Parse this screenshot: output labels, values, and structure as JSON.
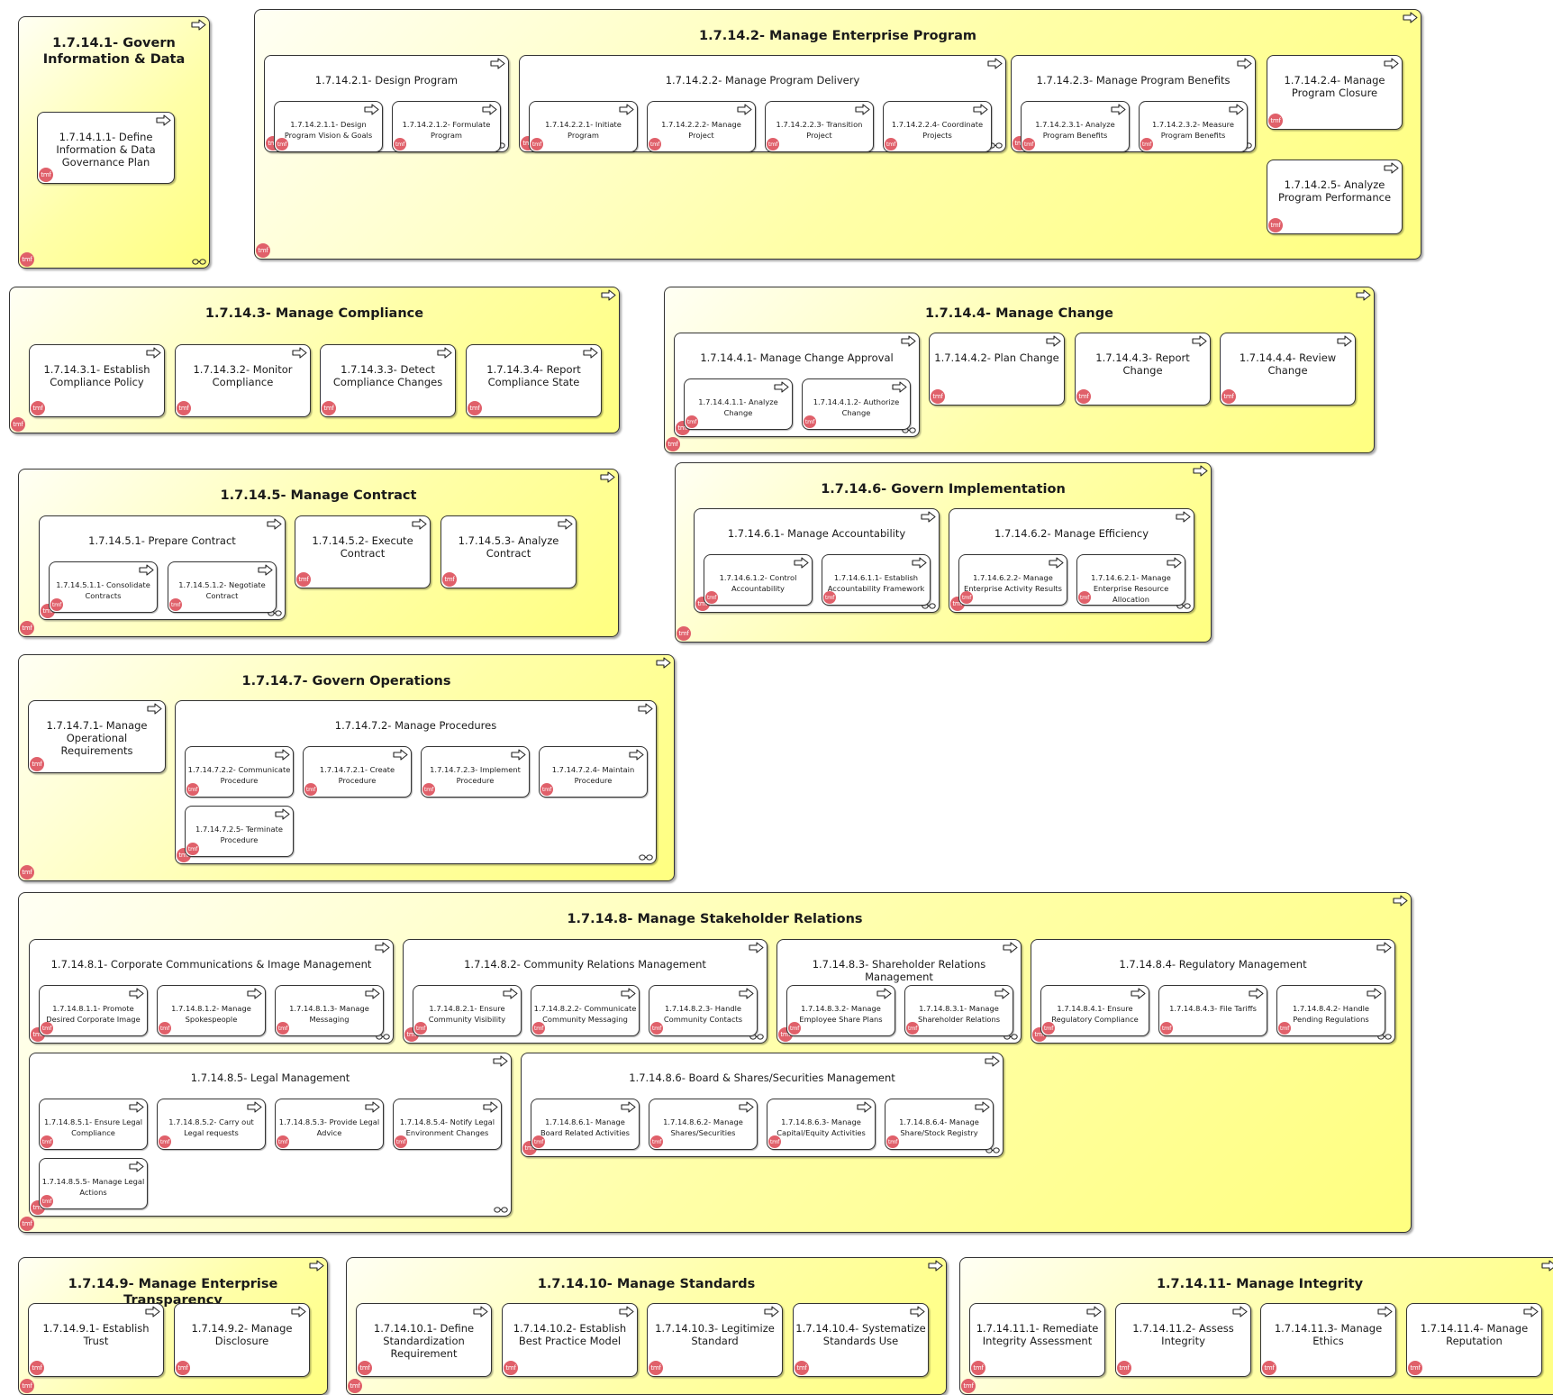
{
  "diagram": {
    "groups": [
      {
        "id": "1.7.14.1",
        "label": "1.7.14.1- Govern Information & Data",
        "children": [
          {
            "label": "1.7.14.1.1- Define Information & Data Governance Plan"
          }
        ]
      },
      {
        "id": "1.7.14.2",
        "label": "1.7.14.2- Manage Enterprise Program",
        "children": [
          {
            "label": "1.7.14.2.1- Design Program",
            "children": [
              {
                "label": "1.7.14.2.1.1- Design Program Vision & Goals"
              },
              {
                "label": "1.7.14.2.1.2- Formulate Program"
              }
            ]
          },
          {
            "label": "1.7.14.2.2- Manage Program Delivery",
            "children": [
              {
                "label": "1.7.14.2.2.1- Initiate Program"
              },
              {
                "label": "1.7.14.2.2.2- Manage Project"
              },
              {
                "label": "1.7.14.2.2.3- Transition Project"
              },
              {
                "label": "1.7.14.2.2.4- Coordinate Projects"
              }
            ]
          },
          {
            "label": "1.7.14.2.3- Manage Program Benefits",
            "children": [
              {
                "label": "1.7.14.2.3.1- Analyze Program Benefits"
              },
              {
                "label": "1.7.14.2.3.2- Measure Program Benefits"
              }
            ]
          },
          {
            "label": "1.7.14.2.4- Manage Program Closure"
          },
          {
            "label": "1.7.14.2.5- Analyze Program Performance"
          }
        ]
      },
      {
        "id": "1.7.14.3",
        "label": "1.7.14.3- Manage Compliance",
        "children": [
          {
            "label": "1.7.14.3.1- Establish Compliance Policy"
          },
          {
            "label": "1.7.14.3.2- Monitor Compliance"
          },
          {
            "label": "1.7.14.3.3- Detect Compliance Changes"
          },
          {
            "label": "1.7.14.3.4- Report Compliance State"
          }
        ]
      },
      {
        "id": "1.7.14.4",
        "label": "1.7.14.4- Manage Change",
        "children": [
          {
            "label": "1.7.14.4.1- Manage Change Approval",
            "children": [
              {
                "label": "1.7.14.4.1.1- Analyze Change"
              },
              {
                "label": "1.7.14.4.1.2- Authorize Change"
              }
            ]
          },
          {
            "label": "1.7.14.4.2- Plan Change"
          },
          {
            "label": "1.7.14.4.3- Report Change"
          },
          {
            "label": "1.7.14.4.4- Review Change"
          }
        ]
      },
      {
        "id": "1.7.14.5",
        "label": "1.7.14.5- Manage Contract",
        "children": [
          {
            "label": "1.7.14.5.1- Prepare Contract",
            "children": [
              {
                "label": "1.7.14.5.1.1- Consolidate Contracts"
              },
              {
                "label": "1.7.14.5.1.2- Negotiate Contract"
              }
            ]
          },
          {
            "label": "1.7.14.5.2- Execute Contract"
          },
          {
            "label": "1.7.14.5.3- Analyze Contract"
          }
        ]
      },
      {
        "id": "1.7.14.6",
        "label": "1.7.14.6- Govern Implementation",
        "children": [
          {
            "label": "1.7.14.6.1- Manage Accountability",
            "children": [
              {
                "label": "1.7.14.6.1.2- Control Accountability"
              },
              {
                "label": "1.7.14.6.1.1- Establish Accountability Framework"
              }
            ]
          },
          {
            "label": "1.7.14.6.2- Manage Efficiency",
            "children": [
              {
                "label": "1.7.14.6.2.2- Manage Enterprise Activity Results"
              },
              {
                "label": "1.7.14.6.2.1- Manage Enterprise Resource Allocation"
              }
            ]
          }
        ]
      },
      {
        "id": "1.7.14.7",
        "label": "1.7.14.7- Govern Operations",
        "children": [
          {
            "label": "1.7.14.7.1- Manage Operational Requirements"
          },
          {
            "label": "1.7.14.7.2- Manage Procedures",
            "children": [
              {
                "label": "1.7.14.7.2.2- Communicate Procedure"
              },
              {
                "label": "1.7.14.7.2.1- Create Procedure"
              },
              {
                "label": "1.7.14.7.2.3- Implement Procedure"
              },
              {
                "label": "1.7.14.7.2.4- Maintain Procedure"
              },
              {
                "label": "1.7.14.7.2.5- Terminate Procedure"
              }
            ]
          }
        ]
      },
      {
        "id": "1.7.14.8",
        "label": "1.7.14.8- Manage Stakeholder Relations",
        "children": [
          {
            "label": "1.7.14.8.1- Corporate Communications & Image Management",
            "children": [
              {
                "label": "1.7.14.8.1.1- Promote Desired Corporate Image"
              },
              {
                "label": "1.7.14.8.1.2- Manage Spokespeople"
              },
              {
                "label": "1.7.14.8.1.3- Manage Messaging"
              }
            ]
          },
          {
            "label": "1.7.14.8.2- Community Relations Management",
            "children": [
              {
                "label": "1.7.14.8.2.1- Ensure Community Visibility"
              },
              {
                "label": "1.7.14.8.2.2- Communicate Community Messaging"
              },
              {
                "label": "1.7.14.8.2.3- Handle Community Contacts"
              }
            ]
          },
          {
            "label": "1.7.14.8.3- Shareholder Relations Management",
            "children": [
              {
                "label": "1.7.14.8.3.2- Manage Employee Share Plans"
              },
              {
                "label": "1.7.14.8.3.1- Manage Shareholder Relations"
              }
            ]
          },
          {
            "label": "1.7.14.8.4- Regulatory Management",
            "children": [
              {
                "label": "1.7.14.8.4.1- Ensure Regulatory Compliance"
              },
              {
                "label": "1.7.14.8.4.3- File Tariffs"
              },
              {
                "label": "1.7.14.8.4.2- Handle Pending Regulations"
              }
            ]
          },
          {
            "label": "1.7.14.8.5- Legal Management",
            "children": [
              {
                "label": "1.7.14.8.5.1- Ensure Legal Compliance"
              },
              {
                "label": "1.7.14.8.5.2- Carry out Legal requests"
              },
              {
                "label": "1.7.14.8.5.3- Provide Legal Advice"
              },
              {
                "label": "1.7.14.8.5.4- Notify Legal Environment Changes"
              },
              {
                "label": "1.7.14.8.5.5- Manage Legal Actions"
              }
            ]
          },
          {
            "label": "1.7.14.8.6- Board & Shares/Securities Management",
            "children": [
              {
                "label": "1.7.14.8.6.1- Manage Board Related Activities"
              },
              {
                "label": "1.7.14.8.6.2- Manage Shares/Securities"
              },
              {
                "label": "1.7.14.8.6.3- Manage Capital/Equity Activities"
              },
              {
                "label": "1.7.14.8.6.4- Manage Share/Stock Registry"
              }
            ]
          }
        ]
      },
      {
        "id": "1.7.14.9",
        "label": "1.7.14.9- Manage Enterprise Transparency",
        "children": [
          {
            "label": "1.7.14.9.1- Establish Trust"
          },
          {
            "label": "1.7.14.9.2- Manage Disclosure"
          }
        ]
      },
      {
        "id": "1.7.14.10",
        "label": "1.7.14.10- Manage Standards",
        "children": [
          {
            "label": "1.7.14.10.1- Define Standardization Requirement"
          },
          {
            "label": "1.7.14.10.2- Establish Best Practice Model"
          },
          {
            "label": "1.7.14.10.3- Legitimize Standard"
          },
          {
            "label": "1.7.14.10.4- Systematize Standards Use"
          }
        ]
      },
      {
        "id": "1.7.14.11",
        "label": "1.7.14.11- Manage Integrity",
        "children": [
          {
            "label": "1.7.14.11.1- Remediate Integrity Assessment"
          },
          {
            "label": "1.7.14.11.2- Assess Integrity"
          },
          {
            "label": "1.7.14.11.3- Manage Ethics"
          },
          {
            "label": "1.7.14.11.4- Manage Reputation"
          }
        ]
      }
    ],
    "icons": {
      "process_arrow": "process-arrow-icon",
      "tmf_badge": "tmf-badge-icon",
      "tmf_badge_text": "tmf",
      "composition_link": "composition-link-icon"
    },
    "colors": {
      "group_fill": "#ffff80",
      "group_fill_light": "#fffff4",
      "process_fill": "#ffffff",
      "border": "#333333",
      "tmf_badge": "#e0606a"
    }
  }
}
